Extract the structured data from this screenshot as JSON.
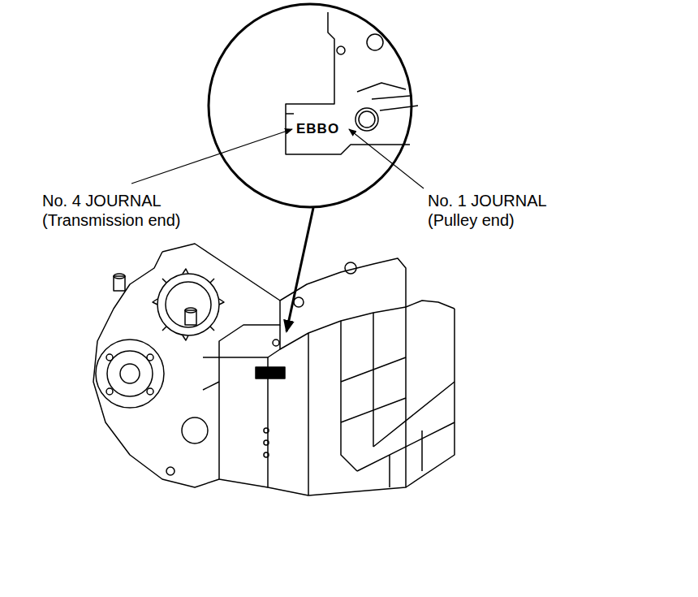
{
  "diagram": {
    "labels": [
      "No. 4 JOURNAL (Transmission end)",
      "No. 1 JOURNAL (Pulley end)",
      "EBBO"
    ]
  }
}
